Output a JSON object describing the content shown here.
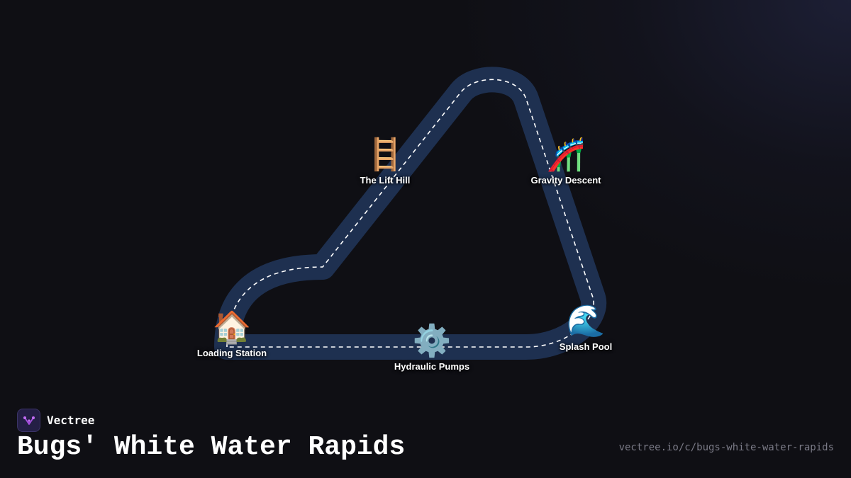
{
  "ride": {
    "title": "Bugs' White Water Rapids",
    "url": "vectree.io/c/bugs-white-water-rapids"
  },
  "brand": {
    "name": "Vectree",
    "logo_icon": "vectree-logo-icon"
  },
  "colors": {
    "background": "#0f0f14",
    "track": "#1e3050",
    "track_centerline": "#ffffff",
    "label_text": "#ffffff",
    "url_text": "#7a7a86",
    "brand_accent": "#a64fe0"
  },
  "stations": [
    {
      "id": "loading-station",
      "label": "Loading Station",
      "icon": "house-icon",
      "emoji": "🏠"
    },
    {
      "id": "lift-hill",
      "label": "The Lift Hill",
      "icon": "ladder-icon",
      "emoji": "🪜"
    },
    {
      "id": "gravity-descent",
      "label": "Gravity Descent",
      "icon": "roller-coaster-icon",
      "emoji": "🎢"
    },
    {
      "id": "splash-pool",
      "label": "Splash Pool",
      "icon": "water-wave-icon",
      "emoji": "🌊"
    },
    {
      "id": "hydraulic-pumps",
      "label": "Hydraulic Pumps",
      "icon": "gear-icon",
      "emoji": "⚙️"
    }
  ]
}
